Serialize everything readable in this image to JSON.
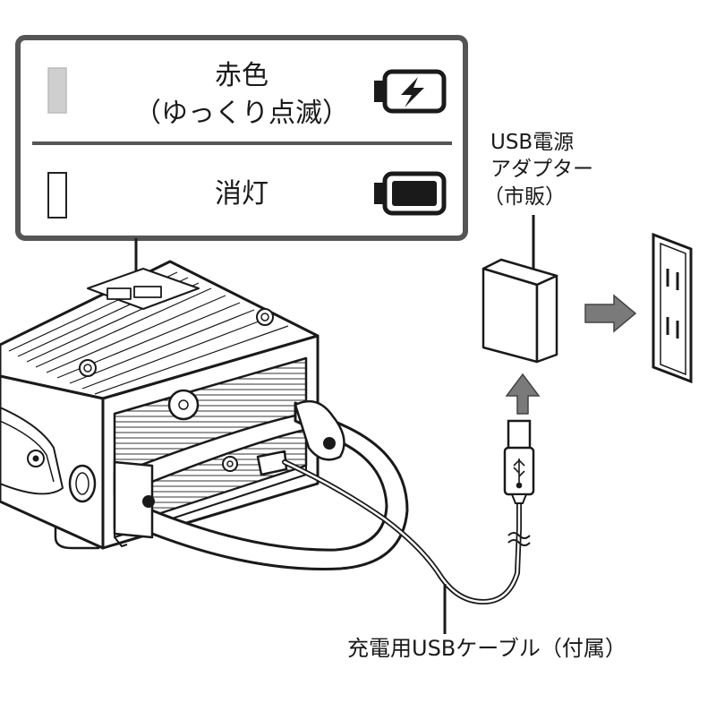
{
  "status_panel": {
    "charging": {
      "lamp_color": "#cfcfcf",
      "line1": "赤色",
      "line2": "（ゆっくり点滅）",
      "icon": "battery-charging-icon"
    },
    "charged": {
      "lamp_color": "#ffffff",
      "line1": "消灯",
      "icon": "battery-full-icon"
    }
  },
  "adapter_label": {
    "line1": "USB電源",
    "line2": "アダプター",
    "line3": "（市販）"
  },
  "cable_label": "充電用USBケーブル（付属）",
  "colors": {
    "ink": "#1a1a1a",
    "panel_border": "#555555",
    "arrow_gray": "#7a7a7a"
  }
}
